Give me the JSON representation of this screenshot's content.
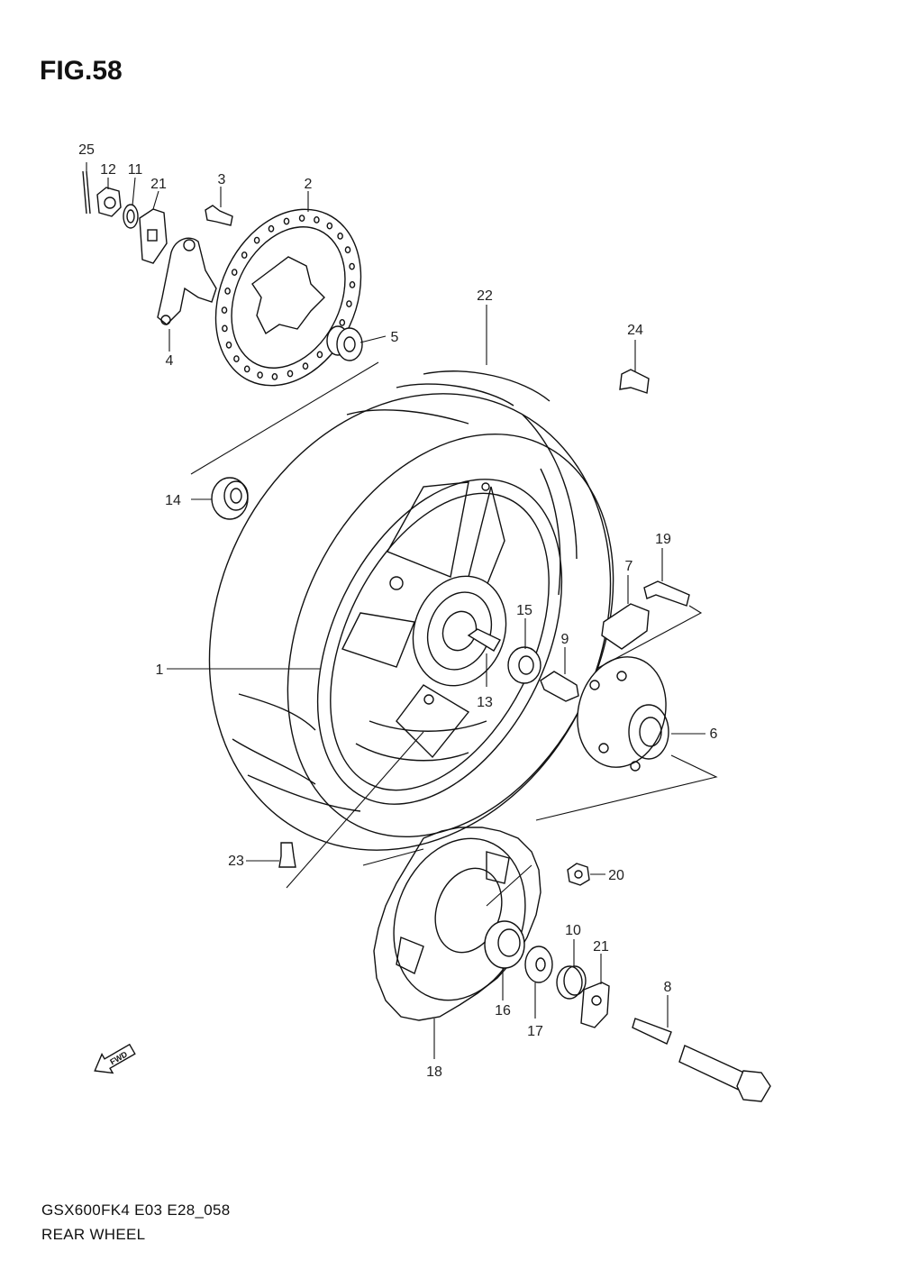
{
  "figure": {
    "title": "FIG.58"
  },
  "caption": {
    "model_code": "GSX600FK4 E03 E28_058",
    "name": "REAR WHEEL"
  },
  "fwd_arrow": {
    "label": "FWD",
    "icon": "fwd-arrow-icon"
  },
  "callouts": [
    {
      "id": "c1",
      "label": "1"
    },
    {
      "id": "c2",
      "label": "2"
    },
    {
      "id": "c3",
      "label": "3"
    },
    {
      "id": "c4",
      "label": "4"
    },
    {
      "id": "c5",
      "label": "5"
    },
    {
      "id": "c6",
      "label": "6"
    },
    {
      "id": "c7",
      "label": "7"
    },
    {
      "id": "c8",
      "label": "8"
    },
    {
      "id": "c9",
      "label": "9"
    },
    {
      "id": "c10a",
      "label": "10"
    },
    {
      "id": "c11",
      "label": "11"
    },
    {
      "id": "c12",
      "label": "12"
    },
    {
      "id": "c13",
      "label": "13"
    },
    {
      "id": "c14",
      "label": "14"
    },
    {
      "id": "c15",
      "label": "15"
    },
    {
      "id": "c16",
      "label": "16"
    },
    {
      "id": "c17",
      "label": "17"
    },
    {
      "id": "c18",
      "label": "18"
    },
    {
      "id": "c19",
      "label": "19"
    },
    {
      "id": "c20",
      "label": "20"
    },
    {
      "id": "c21a",
      "label": "21"
    },
    {
      "id": "c21b",
      "label": "21"
    },
    {
      "id": "c22",
      "label": "22"
    },
    {
      "id": "c23",
      "label": "23"
    },
    {
      "id": "c24",
      "label": "24"
    },
    {
      "id": "c25",
      "label": "25"
    }
  ]
}
